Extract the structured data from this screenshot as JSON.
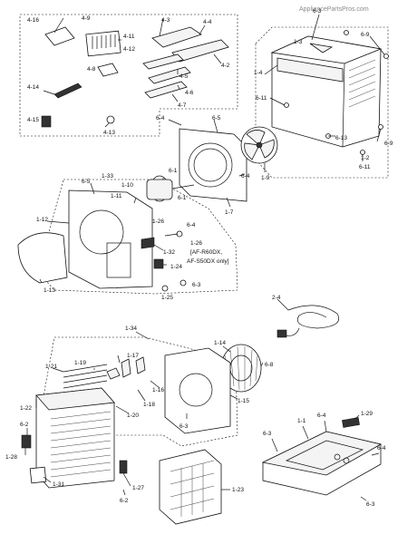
{
  "watermark": "AppliancePartsPros.com",
  "labels": {
    "l_6_3_top": "6-3",
    "l_6_9_top": "6-9",
    "l_1_3": "1-3",
    "l_1_4": "1-4",
    "l_6_11_a": "6-11",
    "l_6_13": "6-13",
    "l_6_9_right": "6-9",
    "l_1_2": "1-2",
    "l_6_11_b": "6-11",
    "l_4_9": "4-9",
    "l_4_16": "4-16",
    "l_4_11": "4-11",
    "l_4_12": "4-12",
    "l_4_3": "4-3",
    "l_4_4": "4-4",
    "l_4_2": "4-2",
    "l_4_8": "4-8",
    "l_4_5": "4-5",
    "l_4_14": "4-14",
    "l_4_6": "4-6",
    "l_4_7": "4-7",
    "l_4_15": "4-15",
    "l_4_13": "4-13",
    "l_6_4_a": "6-4",
    "l_6_5_a": "6-5",
    "l_1_9": "1-9",
    "l_6_4_b": "6-4",
    "l_1_7": "1-7",
    "l_6_5_b": "6-5",
    "l_1_33": "1-33",
    "l_1_10": "1-10",
    "l_1_11": "1-11",
    "l_6_1_a": "6-1",
    "l_6_1_b": "6-1",
    "l_1_12": "1-12",
    "l_1_26_a": "1-26",
    "l_6_4_c": "6-4",
    "l_1_32": "1-32",
    "l_1_26_b": "1-26",
    "l_1_24": "1-24",
    "l_1_13": "1-13",
    "l_6_3_a": "6-3",
    "l_1_25": "1-25",
    "l_2_4": "2-4",
    "l_1_34": "1-34",
    "l_1_14": "1-14",
    "l_6_8": "6-8",
    "l_1_17": "1-17",
    "l_1_21": "1-21",
    "l_1_19": "1-19",
    "l_1_16": "1-16",
    "l_1_18": "1-18",
    "l_1_20": "1-20",
    "l_6_3_b": "6-3",
    "l_1_15": "1-15",
    "l_1_22": "1-22",
    "l_6_2_a": "6-2",
    "l_1_28": "1-28",
    "l_1_31": "1-31",
    "l_1_27": "1-27",
    "l_6_2_b": "6-2",
    "l_1_23": "1-23",
    "l_1_1": "1-1",
    "l_6_4_d": "6-4",
    "l_1_29": "1-29",
    "l_6_3_c": "6-3",
    "l_6_4_e": "6-4",
    "l_6_3_d": "6-3"
  },
  "notes": {
    "model_line1": "[AF-R60DX,",
    "model_line2": "AF-S50DX only]"
  }
}
